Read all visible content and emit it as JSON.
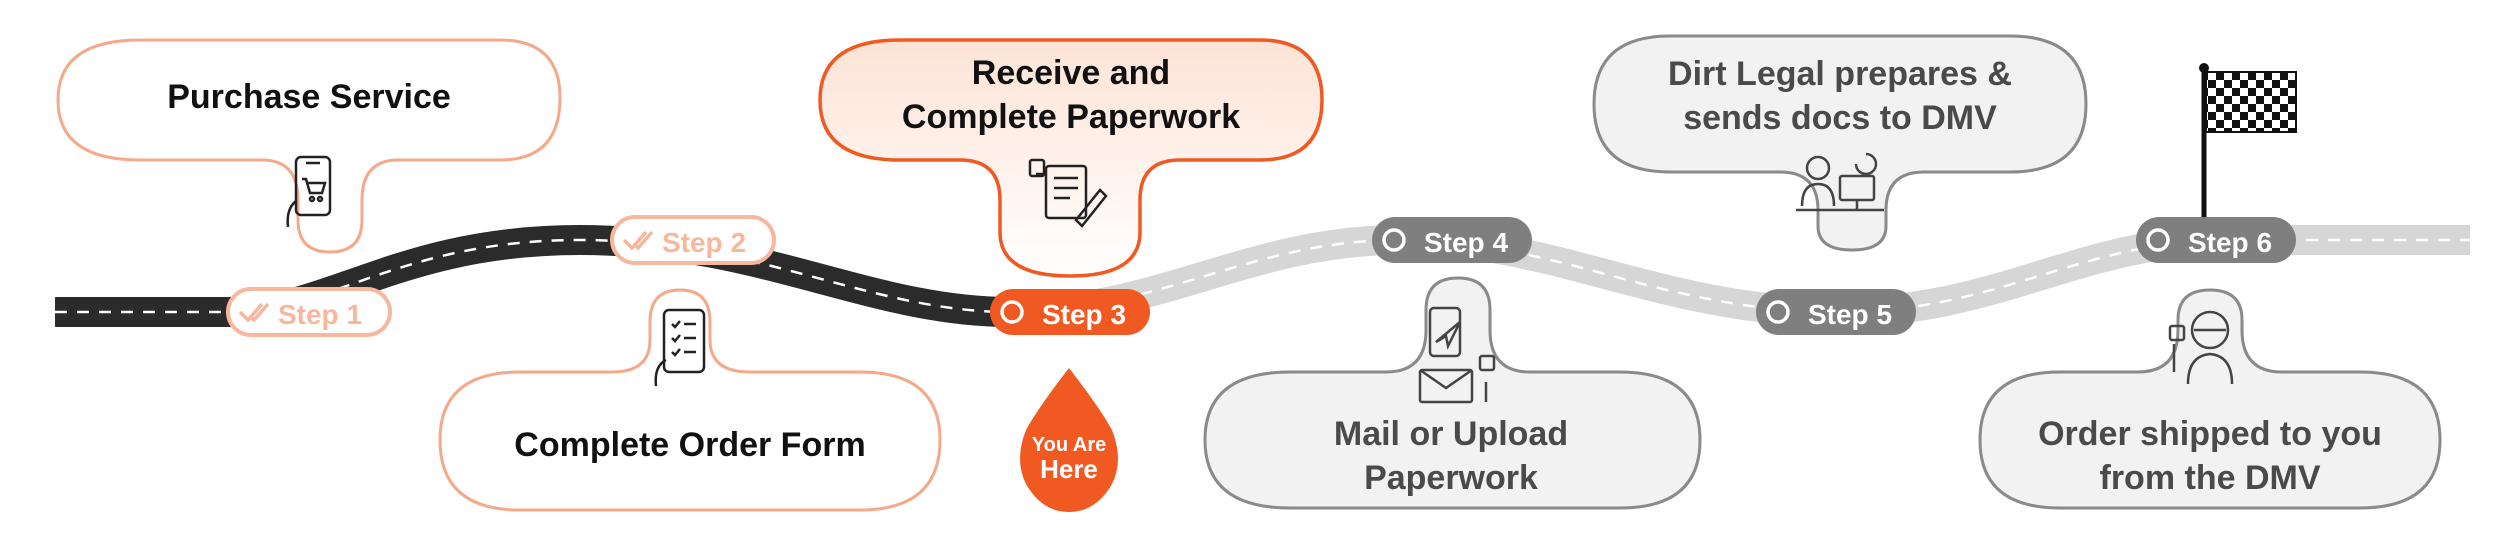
{
  "colors": {
    "done_fill": "#ffffff",
    "done_stroke": "#f4a98a",
    "done_pill": "#f7b79d",
    "current_stroke": "#f05a22",
    "current_fill_top": "#fde3d6",
    "current_pill": "#f05a22",
    "future_fill": "#f2f2f2",
    "future_stroke": "#8a8a8a",
    "future_pill": "#7f7f7f",
    "road_dark": "#2b2b2b",
    "road_light": "#d9d9d9"
  },
  "steps": [
    {
      "pill": "Step 1",
      "status": "done",
      "lines": [
        "Purchase Service"
      ],
      "icon": "phone-cart-icon"
    },
    {
      "pill": "Step 2",
      "status": "done",
      "lines": [
        "Complete Order Form"
      ],
      "icon": "phone-checklist-icon"
    },
    {
      "pill": "Step 3",
      "status": "current",
      "lines": [
        "Receive and",
        "Complete Paperwork"
      ],
      "icon": "paperwork-sign-icon"
    },
    {
      "pill": "Step 4",
      "status": "future",
      "lines": [
        "Mail or Upload",
        "Paperwork"
      ],
      "icon": "mail-upload-icon"
    },
    {
      "pill": "Step 5",
      "status": "future",
      "lines": [
        "Dirt Legal prepares &",
        "sends docs to DMV"
      ],
      "icon": "agent-computer-icon"
    },
    {
      "pill": "Step 6",
      "status": "future",
      "lines": [
        "Order shipped to you",
        "from the DMV"
      ],
      "icon": "rider-helmet-icon"
    }
  ],
  "you_are_here": [
    "You Are",
    "Here"
  ],
  "finish_flag_icon": "checkered-flag-icon"
}
